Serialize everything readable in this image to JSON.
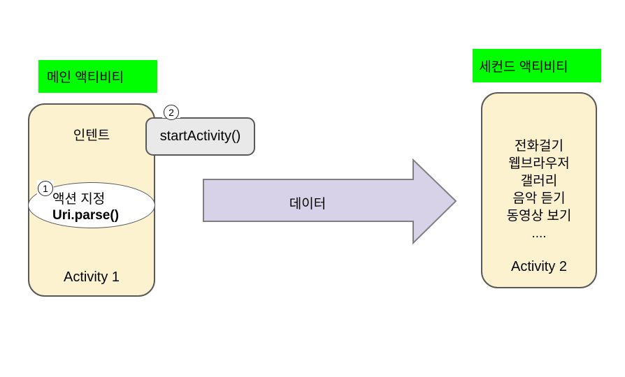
{
  "main_activity": {
    "label": "메인 액티비티",
    "box_title": "인텐트",
    "step_number": "1",
    "action_line1": "액션 지정",
    "action_line2": "Uri.parse()",
    "name": "Activity 1"
  },
  "start_activity": {
    "step_number": "2",
    "label": "startActivity()"
  },
  "arrow": {
    "label": "데이터"
  },
  "second_activity": {
    "label": "세컨드 액티비티",
    "items": [
      "전화걸기",
      "웹브라우저",
      "갤러리",
      "음악 듣기",
      "동영상 보기",
      "...."
    ],
    "name": "Activity 2"
  },
  "colors": {
    "label_bg": "#00ff00",
    "activity_fill": "#fcf2d0",
    "activity_border": "#595959",
    "method_fill": "#e9e9e9",
    "arrow_fill": "#d8d2e8",
    "arrow_border": "#7f7f7f"
  }
}
